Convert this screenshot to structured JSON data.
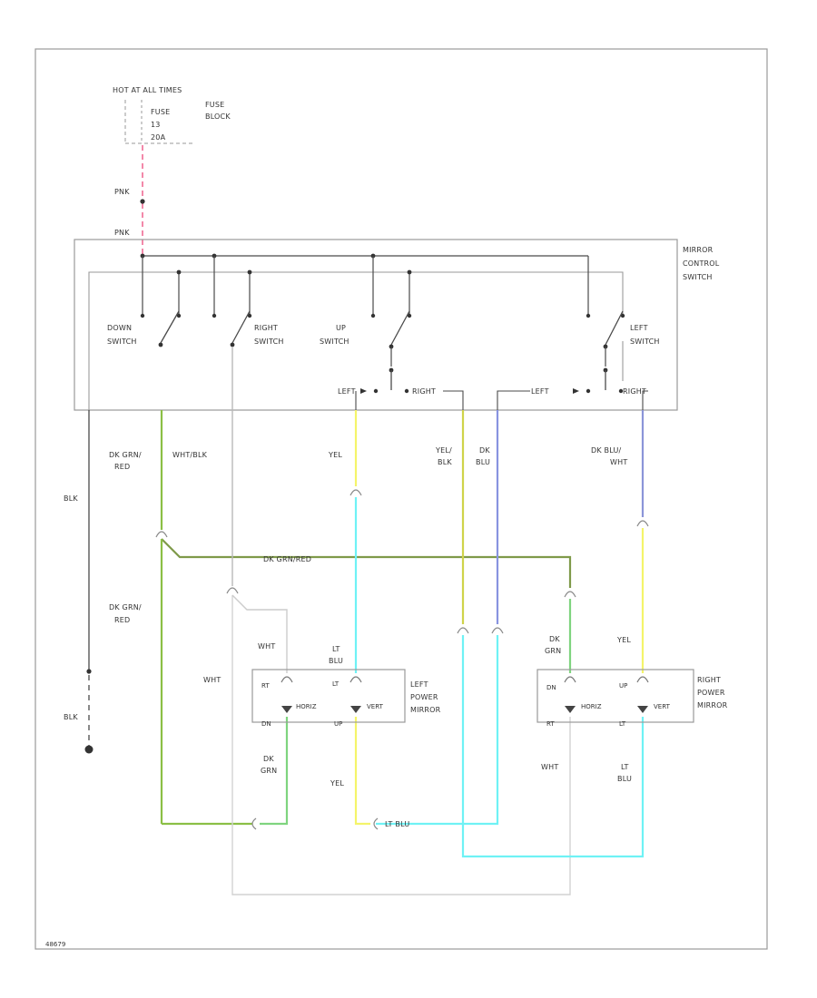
{
  "diagram": {
    "page_code": "48679",
    "power_source": {
      "hot": "HOT AT ALL TIMES",
      "fuse": "FUSE",
      "fuse_number": "13",
      "fuse_rating": "20A",
      "block_line1": "FUSE",
      "block_line2": "BLOCK"
    },
    "wire_colors": {
      "pnk": "#f27ca0",
      "dk_grn_red": "#8bbf45",
      "dk_grn": "#7fd47f",
      "yel": "#f4f46a",
      "yel_blk": "#cfd34a",
      "dk_blu": "#8894e0",
      "dk_blu_wht": "#8b95d8",
      "lt_blu": "#6ff2f5",
      "wht": "#cccccc",
      "blk": "#4a4a4a",
      "dk_grn_red_bus": "#7f9a4a"
    },
    "labels": {
      "pnk_1": "PNK",
      "pnk_2": "PNK",
      "blk_1": "BLK",
      "blk_2": "BLK",
      "dk_grn_red_1a": "DK GRN/",
      "dk_grn_red_1b": "RED",
      "wht_blk_a": "WHT/BLK",
      "yel_1": "YEL",
      "yel_blk_a": "YEL/",
      "yel_blk_b": "BLK",
      "dk_blu_a": "DK",
      "dk_blu_b": "BLU",
      "dk_blu_wht_a": "DK BLU/",
      "dk_blu_wht_b": "WHT",
      "dk_grn_red_bus": "DK GRN/RED",
      "dk_grn_red_2a": "DK GRN/",
      "dk_grn_red_2b": "RED",
      "wht_1": "WHT",
      "wht_2": "WHT",
      "wht_3": "WHT",
      "lt_blu_1a": "LT",
      "lt_blu_1b": "BLU",
      "dk_grn_1a": "DK",
      "dk_grn_1b": "GRN",
      "dk_grn_2a": "DK",
      "dk_grn_2b": "GRN",
      "yel_2": "YEL",
      "yel_3": "YEL",
      "lt_blu_2a": "LT",
      "lt_blu_2b": "BLU",
      "lt_blu_bottom": "LT BLU"
    },
    "switch": {
      "title_1": "MIRROR",
      "title_2": "CONTROL",
      "title_3": "SWITCH",
      "down_1": "DOWN",
      "down_2": "SWITCH",
      "right_1": "RIGHT",
      "right_2": "SWITCH",
      "up_1": "UP",
      "up_2": "SWITCH",
      "left_1": "LEFT",
      "left_2": "SWITCH",
      "sel_left_1": "LEFT",
      "sel_right_1": "RIGHT",
      "sel_left_2": "LEFT",
      "sel_right_2": "RIGHT"
    },
    "left_mirror": {
      "title_1": "LEFT",
      "title_2": "POWER",
      "title_3": "MIRROR",
      "rt": "RT",
      "lt": "LT",
      "horiz": "HORIZ",
      "vert": "VERT",
      "dn": "DN",
      "up": "UP"
    },
    "right_mirror": {
      "title_1": "RIGHT",
      "title_2": "POWER",
      "title_3": "MIRROR",
      "dn_top": "DN",
      "up_top": "UP",
      "horiz": "HORIZ",
      "vert": "VERT",
      "rt": "RT",
      "lt": "LT"
    }
  }
}
